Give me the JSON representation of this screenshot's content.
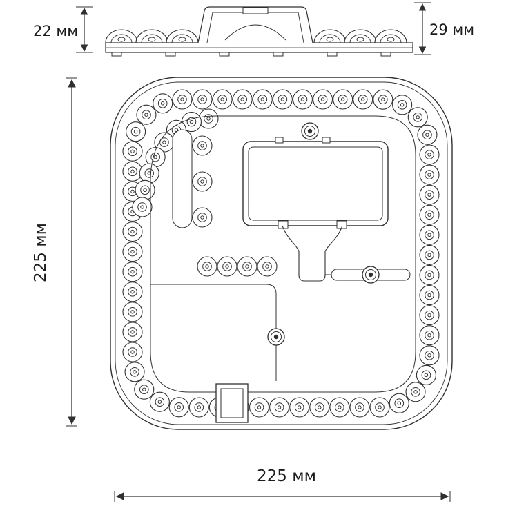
{
  "colors": {
    "ink": "#303030",
    "background": "#ffffff"
  },
  "labels": {
    "side_height_left": "22 мм",
    "side_height_right": "29 мм",
    "board_height": "225 мм",
    "board_width": "225 мм"
  }
}
